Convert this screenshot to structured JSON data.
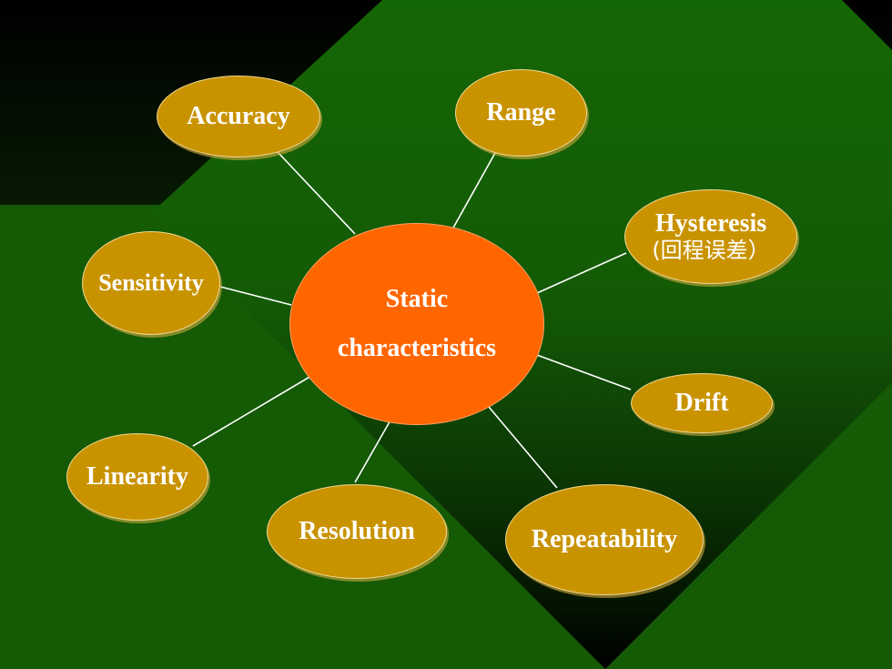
{
  "diagram": {
    "center": {
      "line1": "Static",
      "line2": "characteristics"
    },
    "nodes": {
      "accuracy": "Accuracy",
      "range": "Range",
      "hysteresis": "Hysteresis",
      "hysteresis_sub": "(回程误差）",
      "sensitivity": "Sensitivity",
      "drift": "Drift",
      "linearity": "Linearity",
      "resolution": "Resolution",
      "repeatability": "Repeatability"
    }
  },
  "colors": {
    "background_dark": "#000000",
    "background_green": "#155a05",
    "center_fill": "#ff6600",
    "node_fill": "#c99300",
    "text": "#ffffff",
    "connector": "#ffffff"
  }
}
